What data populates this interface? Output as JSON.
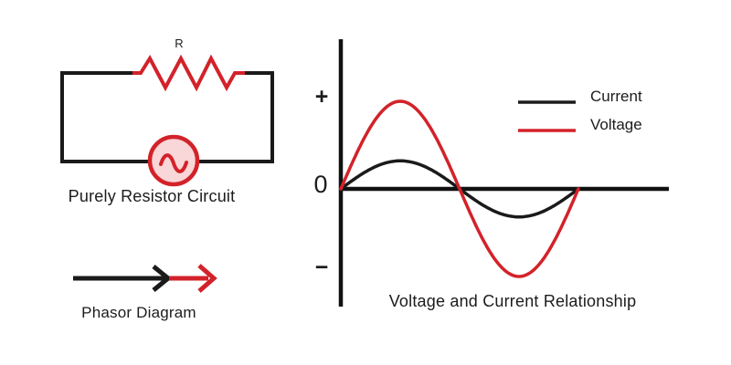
{
  "page": {
    "background": "#ffffff"
  },
  "colors": {
    "red": "#d3222a",
    "black": "#1a1a1a",
    "pink_fill": "#f9d6d8"
  },
  "circuit": {
    "resistor_label": "R",
    "caption": "Purely Resistor Circuit",
    "source_icon": "ac-source-sine-symbol"
  },
  "phasor": {
    "caption": "Phasor Diagram",
    "arrows": [
      {
        "name": "current-phasor",
        "color": "#1a1a1a"
      },
      {
        "name": "voltage-phasor",
        "color": "#d3222a"
      }
    ]
  },
  "chart_data": {
    "type": "line",
    "title": "Voltage and Current Relationship",
    "xlabel": "",
    "ylabel": "",
    "x_range_radians": [
      0,
      6.2832
    ],
    "cycles_shown": 1,
    "y_axis": {
      "tick_labels": [
        "+",
        "0",
        "−"
      ]
    },
    "series": [
      {
        "name": "Current",
        "color": "#1a1a1a",
        "amplitude": 0.32,
        "phase_deg": 0
      },
      {
        "name": "Voltage",
        "color": "#d3222a",
        "amplitude": 1.0,
        "phase_deg": 0
      }
    ],
    "legend_position": "top-right",
    "grid": false
  }
}
